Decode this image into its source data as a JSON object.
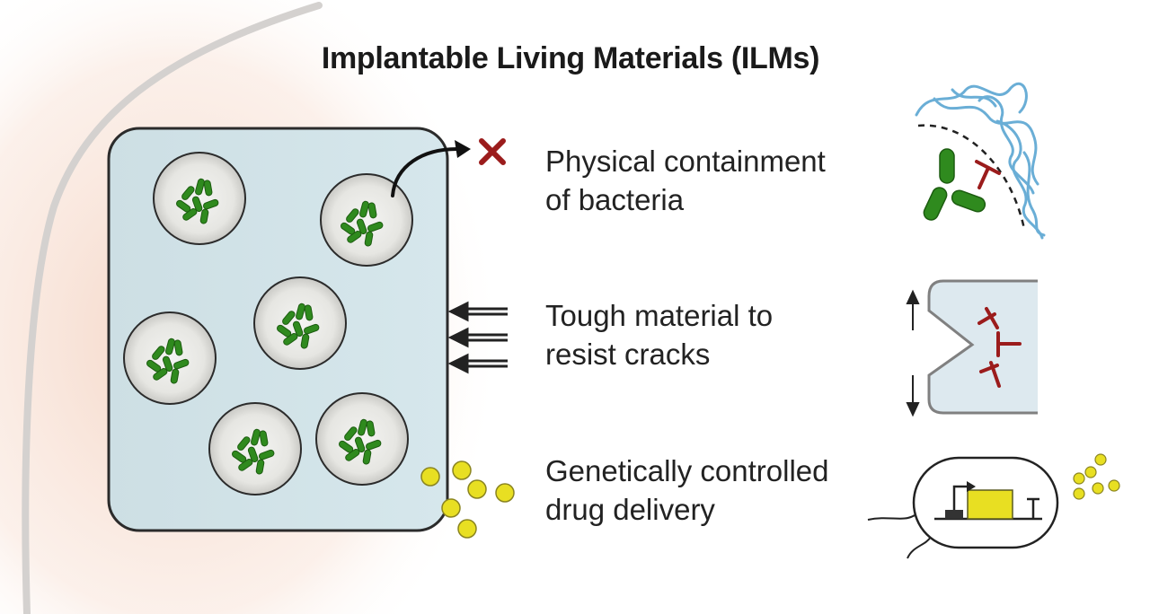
{
  "title": "Implantable Living Materials (ILMs)",
  "features": [
    {
      "line1": "Physical containment",
      "line2": "of bacteria",
      "icon": "containment-icon"
    },
    {
      "line1": "Tough material to",
      "line2": "resist cracks",
      "icon": "crack-resistance-icon"
    },
    {
      "line1": "Genetically controlled",
      "line2": "drug delivery",
      "icon": "bacterium-gene-circuit-icon"
    }
  ],
  "colors": {
    "hydrogel": "#cfe3e8",
    "hydrogel_border": "#2b2b2b",
    "bacteria": "#2f8a1e",
    "bacteria_dark": "#1c5c10",
    "polymer_fiber": "#6aaed6",
    "blocker": "#9b1c1c",
    "drug": "#e8df22",
    "tissue_tint": "#f6ddd0"
  },
  "icons": {
    "escape_blocked": "cross-icon",
    "force_arrows": "triple-arrow-icon",
    "drug_molecules": "drug-dots"
  }
}
